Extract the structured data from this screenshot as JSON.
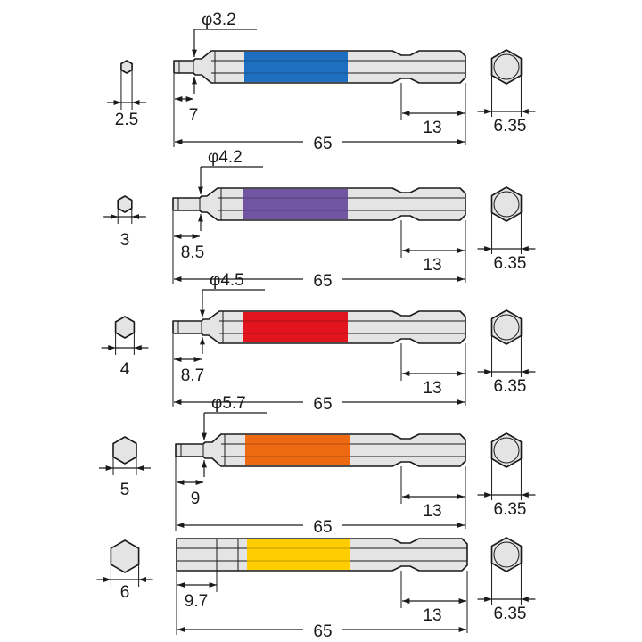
{
  "bits": [
    {
      "tip_size": "2.5",
      "neck_dia": "φ3.2",
      "tip_len": "7",
      "shank_len": "13",
      "total_len": "65",
      "shank_size": "6.35",
      "color": "#1e6fbf"
    },
    {
      "tip_size": "3",
      "neck_dia": "φ4.2",
      "tip_len": "8.5",
      "shank_len": "13",
      "total_len": "65",
      "shank_size": "6.35",
      "color": "#6f55a2"
    },
    {
      "tip_size": "4",
      "neck_dia": "φ4.5",
      "tip_len": "8.7",
      "shank_len": "13",
      "total_len": "65",
      "shank_size": "6.35",
      "color": "#e2141d"
    },
    {
      "tip_size": "5",
      "neck_dia": "φ5.7",
      "tip_len": "9",
      "shank_len": "13",
      "total_len": "65",
      "shank_size": "6.35",
      "color": "#ee6a12"
    },
    {
      "tip_size": "6",
      "neck_dia": "",
      "tip_len": "9.7",
      "shank_len": "13",
      "total_len": "65",
      "shank_size": "6.35",
      "color": "#ffcd00"
    }
  ]
}
